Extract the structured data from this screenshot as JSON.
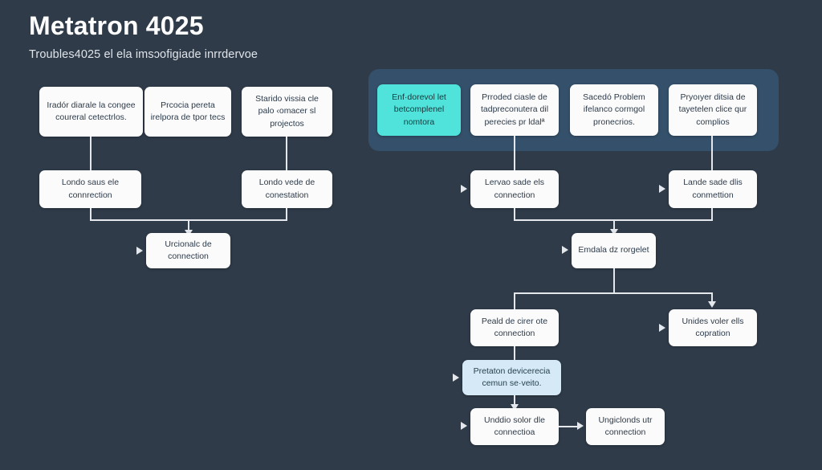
{
  "header": {
    "title": "Metatron 4025",
    "subtitle": "Troubles4025 el ela imsɔofigiade inrrdervoe"
  },
  "diagram": {
    "type": "flowchart",
    "background_color": "#2f3b49",
    "node_color": "#fbfbfc",
    "highlight_panel_color": "#34506a",
    "accent_cyan": "#4fe3dc",
    "accent_blue": "#d5e9f6",
    "connector_color": "#e4e8ec",
    "left_branch": {
      "row1": [
        {
          "text": "Iradór diarale la congee coureral cetectrlos."
        },
        {
          "text": "Prcocia pereta irelpora de tpor tecs"
        },
        {
          "text": "Starido vissia cle palo ‹omacer sl projectos"
        }
      ],
      "row2": [
        {
          "text": "Londo saus ele connrection"
        },
        {
          "text": "Londo vede de conestation"
        }
      ],
      "row3": [
        {
          "text": "Urcionalc de connection"
        }
      ]
    },
    "right_branch": {
      "panel_row": [
        {
          "text": "Enf·dorevol let betcomplenel nomtora",
          "style": "cyan"
        },
        {
          "text": "Prroded ciasle de tadpreconutera dil perecies pr ldalª",
          "style": "white"
        },
        {
          "text": "Sacedó Problem ifelanco cormgol pronecrios.",
          "style": "white"
        },
        {
          "text": "Pryoıyer ditsia de tayetelen clice qur complios",
          "style": "white"
        }
      ],
      "row2": [
        {
          "text": "Lervao sade els connection"
        },
        {
          "text": "Lande sade dlis conmettion"
        }
      ],
      "row3": [
        {
          "text": "Emdala dz rorgelet"
        }
      ],
      "row4": [
        {
          "text": "Peald de cirer ote connection"
        },
        {
          "text": "Unides voler ells copration"
        }
      ],
      "row5": [
        {
          "text": "Pretaton devicerecia cemun se·veito.",
          "style": "blue"
        }
      ],
      "row6": [
        {
          "text": "Unddio solor dle connectioa"
        },
        {
          "text": "Ungiclonds utr connection"
        }
      ]
    }
  }
}
